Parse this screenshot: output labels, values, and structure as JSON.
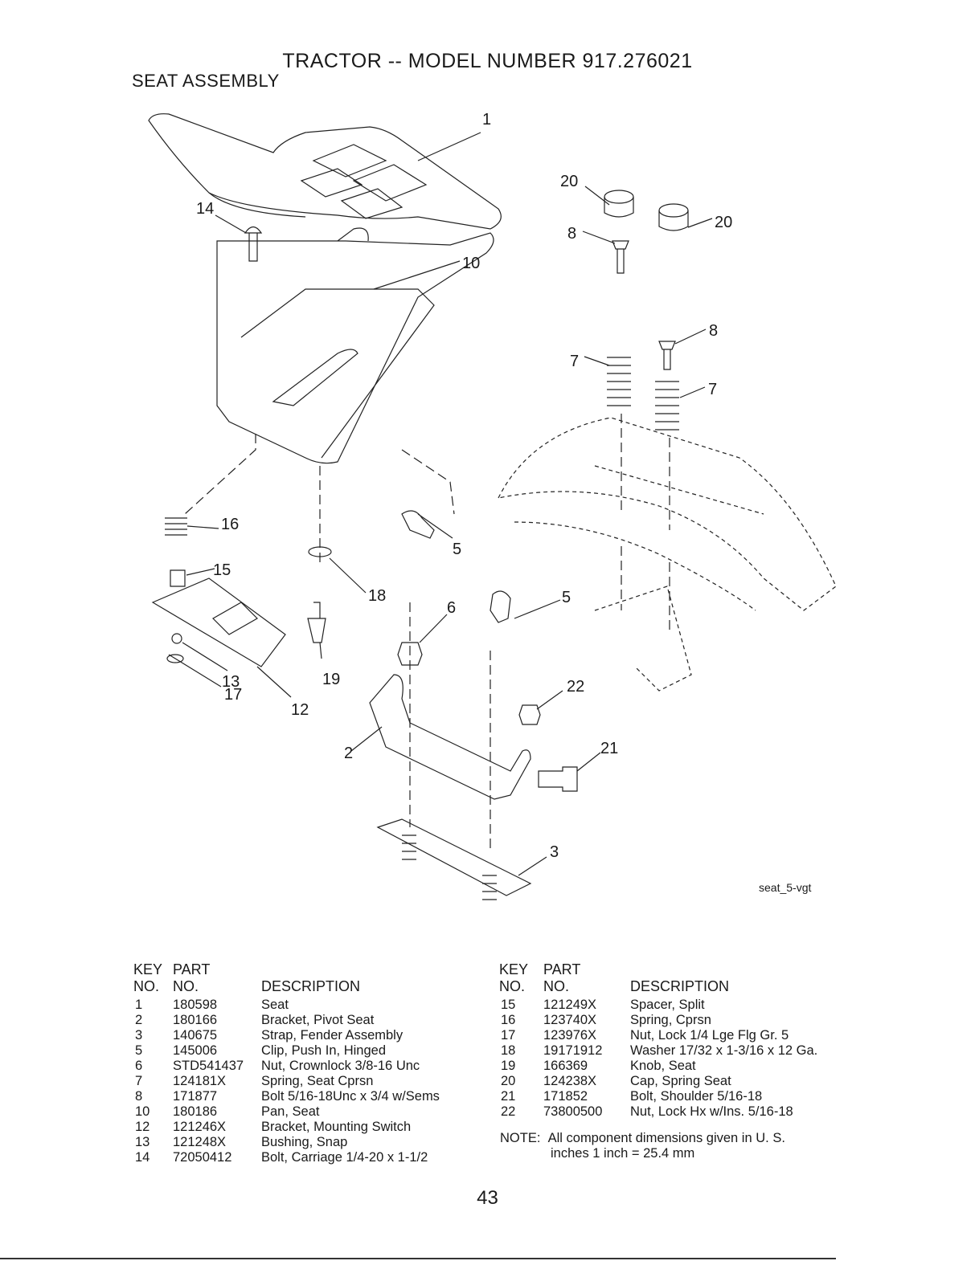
{
  "title": "TRACTOR -- MODEL NUMBER 917.276021",
  "section": "SEAT ASSEMBLY",
  "diagram_caption": "seat_5-vgt",
  "callouts": [
    "1",
    "20",
    "20",
    "8",
    "8",
    "7",
    "7",
    "14",
    "10",
    "16",
    "15",
    "5",
    "18",
    "6",
    "5",
    "13",
    "19",
    "17",
    "12",
    "22",
    "2",
    "21",
    "3"
  ],
  "table_headers": {
    "key": "KEY",
    "no": "NO.",
    "part": "PART",
    "part_no": "NO.",
    "description": "DESCRIPTION"
  },
  "parts_left": [
    {
      "key": "1",
      "part": "180598",
      "desc": "Seat"
    },
    {
      "key": "2",
      "part": "180166",
      "desc": "Bracket, Pivot Seat"
    },
    {
      "key": "3",
      "part": "140675",
      "desc": "Strap, Fender Assembly"
    },
    {
      "key": "5",
      "part": "145006",
      "desc": "Clip, Push In, Hinged"
    },
    {
      "key": "6",
      "part": "STD541437",
      "desc": "Nut, Crownlock  3/8-16 Unc"
    },
    {
      "key": "7",
      "part": "124181X",
      "desc": "Spring, Seat Cprsn"
    },
    {
      "key": "8",
      "part": "171877",
      "desc": "Bolt 5/16-18Unc x 3/4 w/Sems"
    },
    {
      "key": "10",
      "part": "180186",
      "desc": "Pan, Seat"
    },
    {
      "key": "12",
      "part": "121246X",
      "desc": "Bracket, Mounting Switch"
    },
    {
      "key": "13",
      "part": "121248X",
      "desc": "Bushing, Snap"
    },
    {
      "key": "14",
      "part": "72050412",
      "desc": "Bolt, Carriage  1/4-20 x 1-1/2"
    }
  ],
  "parts_right": [
    {
      "key": "15",
      "part": "121249X",
      "desc": "Spacer, Split"
    },
    {
      "key": "16",
      "part": "123740X",
      "desc": "Spring, Cprsn"
    },
    {
      "key": "17",
      "part": "123976X",
      "desc": "Nut, Lock 1/4 Lge Flg Gr. 5"
    },
    {
      "key": "18",
      "part": "19171912",
      "desc": "Washer 17/32 x 1-3/16 x 12 Ga."
    },
    {
      "key": "19",
      "part": "166369",
      "desc": "Knob, Seat"
    },
    {
      "key": "20",
      "part": "124238X",
      "desc": "Cap, Spring Seat"
    },
    {
      "key": "21",
      "part": "171852",
      "desc": "Bolt, Shoulder  5/16-18"
    },
    {
      "key": "22",
      "part": "73800500",
      "desc": "Nut, Lock Hx w/Ins.  5/16-18"
    }
  ],
  "note": {
    "label": "NOTE:",
    "line1": "All component dimensions given in U. S.",
    "line2": "inches 1 inch = 25.4 mm"
  },
  "page_number": "43"
}
